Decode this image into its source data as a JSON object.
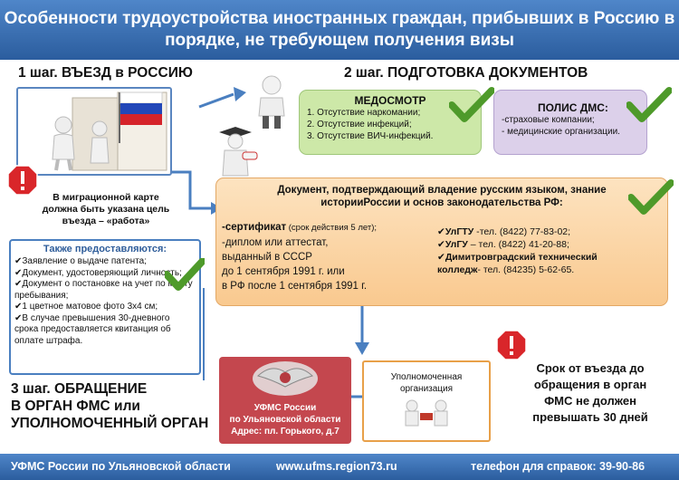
{
  "header": {
    "line1": "Особенности трудоустройства иностранных граждан, прибывших в Россию в",
    "line2": "порядке, не требующем получения визы"
  },
  "step1": {
    "title": "1 шаг. ВЪЕЗД в РОССИЮ"
  },
  "step2": {
    "title": "2 шаг. ПОДГОТОВКА  ДОКУМЕНТОВ"
  },
  "step3": {
    "line1": "3 шаг. ОБРАЩЕНИЕ",
    "line2": "В ОРГАН ФМС или",
    "line3": "УПОЛНОМОЧЕННЫЙ ОРГАН"
  },
  "migration_note": {
    "line1": "В миграционной карте",
    "line2": "должна быть указана  цель",
    "line3": "въезда – «работа»"
  },
  "also_provided": {
    "title": "Также предоставляются:",
    "items": [
      "✔Заявление о выдаче патента;",
      "✔Документ, удостоверяющий личность;",
      "✔Документ о постановке на учет по месту пребывания;",
      "✔1  цветное матовое фото 3х4 см;",
      "✔В случае превышения 30-дневного срока предоставляется  квитанция об оплате штрафа."
    ]
  },
  "medical": {
    "title": "МЕДОСМОТР",
    "items": [
      "1. Отсутствие наркомании;",
      "2. Отсутствие инфекций;",
      "3. Отсутствие ВИЧ-инфекций."
    ]
  },
  "insurance": {
    "title": "ПОЛИС ДМС:",
    "items": [
      "-страховые компании;",
      "- медицинские организации."
    ]
  },
  "language": {
    "title_line1": "Документ, подтверждающий владение русским языком, знание",
    "title_line2": "историиРоссии  и основ законодательства РФ:",
    "cert_bold": "-сертификат",
    "cert_note": " (срок действия 5 лет);",
    "lines": [
      "-диплом или аттестат,",
      "выданный в СССР",
      " до 1 сентября 1991 г. или",
      "в РФ после 1 сентября 1991 г."
    ]
  },
  "universities": [
    {
      "name": "УлГТУ",
      "sep": " -",
      "phone": "тел. (8422) 77-83-02;"
    },
    {
      "name": "УлГУ",
      "sep": " – ",
      "phone": "тел. (8422) 41-20-88;"
    },
    {
      "name": "Димитровградский технический",
      "name2": "колледж",
      "sep": "-  ",
      "phone": "тел. (84235) 5-62-65."
    }
  ],
  "fms_office": {
    "line1": "УФМС России",
    "line2": "по Ульяновской области",
    "line3": "Адрес: пл. Горького, д.7"
  },
  "authorized": {
    "line1": "Уполномоченная",
    "line2": "организация"
  },
  "deadline": {
    "line1": "Срок от въезда до",
    "line2": "обращения в орган",
    "line3": "ФМС не должен",
    "line4": "превышать 30 дней"
  },
  "footer": {
    "org": "УФМС России по Ульяновской области",
    "site": "www.ufms.region73.ru",
    "phone": "телефон для справок: 39-90-86"
  },
  "colors": {
    "header_blue": "#3a6fb5",
    "green_card": "#cde8a8",
    "purple_card": "#dcd0ea",
    "orange_card": "#fbd5a6",
    "arrow_blue": "#4a7fc0",
    "warning_red": "#d9262a",
    "check_green": "#4e9a2a"
  },
  "icons": [
    "russian-flag-door",
    "person-icon",
    "graduate-icon",
    "warning-icon",
    "check-icon",
    "fms-emblem",
    "handshake-icon"
  ]
}
